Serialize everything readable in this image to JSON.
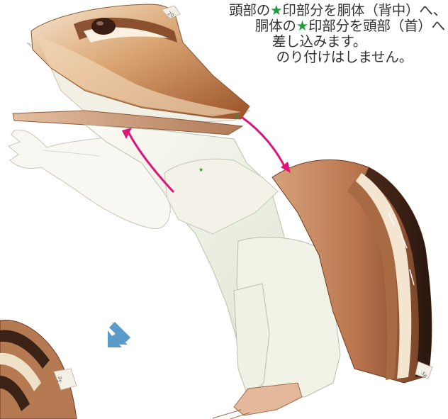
{
  "instructions": {
    "line1": [
      "頭部の",
      "★",
      "印部分を胴体（背中）へ、"
    ],
    "line2": [
      "胴体の",
      "★",
      "印部分を頭部（首）へ"
    ],
    "line3": "差し込みます。",
    "line4": "のり付けはしません。"
  },
  "part_labels": {
    "head_tab": "20",
    "body_tab": "56",
    "bottom_tab": "56"
  },
  "colors": {
    "arrow": "#e0157a",
    "star": "#1f9d3a",
    "fur_brown": "#a9653a",
    "paper_white": "#f7f5ec",
    "next_arrow": "#5b9bc9"
  },
  "icons": {
    "next": "arrow-down-left-icon",
    "marker": "star-icon"
  }
}
